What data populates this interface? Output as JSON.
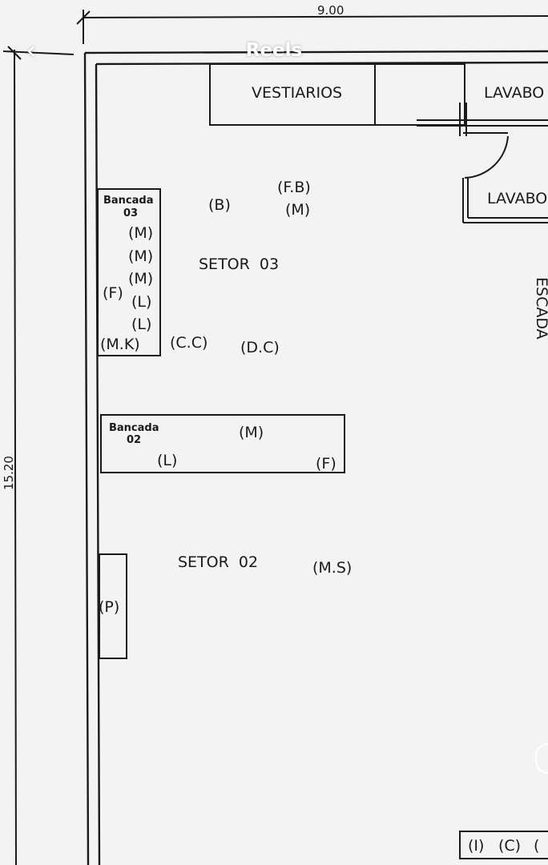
{
  "app": {
    "title": "Reels",
    "back_icon": "chevron-left-icon"
  },
  "plan": {
    "dimensions": {
      "width": "9.00",
      "height": "15.20"
    },
    "rooms": {
      "vestiarios": "VESTIARIOS",
      "lavabo_top": "LAVABO",
      "lavabo_side": "LAVABO",
      "escada": "ESCADA"
    },
    "sectors": {
      "setor03": "SETOR  03",
      "setor02": "SETOR  02"
    },
    "bancada03": {
      "title_line1": "Bancada",
      "title_line2": "03",
      "items": [
        "(M)",
        "(M)",
        "(M)",
        "(F)",
        "(L)",
        "(L)",
        "(M.K)"
      ]
    },
    "bancada02": {
      "title_line1": "Bancada",
      "title_line2": "02",
      "items": [
        "(M)",
        "(L)",
        "(F)"
      ]
    },
    "markers": {
      "b": "(B)",
      "fb": "(F.B)",
      "m_top": "(M)",
      "cc": "(C.C)",
      "dc": "(D.C)",
      "ms": "(M.S)",
      "p": "(P)"
    },
    "bottom_box": [
      "(I)",
      "(C)",
      "("
    ]
  },
  "colors": {
    "line": "#1a1a1a",
    "background": "#f3f3f3",
    "overlay_text": "#ffffff"
  }
}
